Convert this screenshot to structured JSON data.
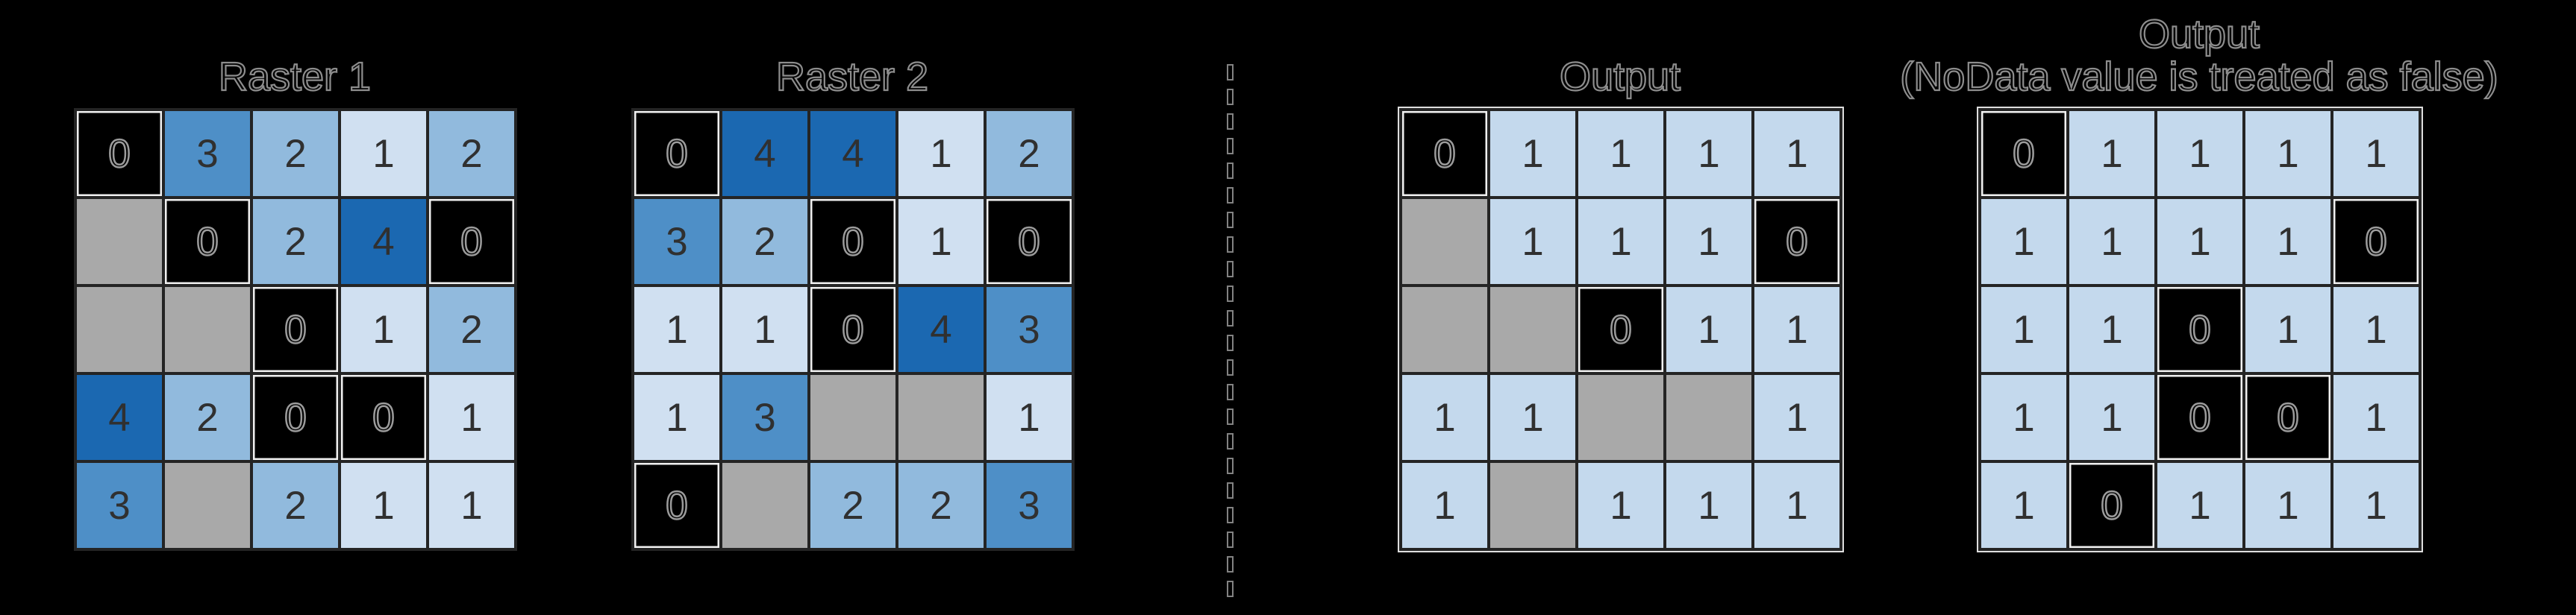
{
  "figure": {
    "colors": {
      "background": "#000000",
      "gridline": "#242424",
      "digit": "#303030",
      "hollow_digit_outline": "#9b9b9b",
      "title_outline": "#8d8d8d",
      "dash_outline": "#828282",
      "black_cell_keyline": "#f0f0f0",
      "outer_keyline": "#dedede"
    },
    "palettes": {
      "raster": {
        "0": "#000000",
        "1": "#d0e0f1",
        "2": "#91badd",
        "3": "#4e8fc7",
        "4": "#1b68b1",
        "nodata": "#a9a9a9"
      },
      "boolean": {
        "0": "#000000",
        "1": "#c4d9ed",
        "nodata": "#a9a9a9"
      }
    },
    "divider": {
      "dash_count": 22
    },
    "panels": [
      {
        "title_lines": [
          "Raster 1"
        ],
        "palette": "raster",
        "cells": [
          [
            0,
            3,
            2,
            1,
            2
          ],
          [
            null,
            0,
            2,
            4,
            0
          ],
          [
            null,
            null,
            0,
            1,
            2
          ],
          [
            4,
            2,
            0,
            0,
            1
          ],
          [
            3,
            null,
            2,
            1,
            1
          ]
        ]
      },
      {
        "title_lines": [
          "Raster 2"
        ],
        "palette": "raster",
        "cells": [
          [
            0,
            4,
            4,
            1,
            2
          ],
          [
            3,
            2,
            0,
            1,
            0
          ],
          [
            1,
            1,
            0,
            4,
            3
          ],
          [
            1,
            3,
            null,
            null,
            1
          ],
          [
            0,
            null,
            2,
            2,
            3
          ]
        ]
      },
      {
        "title_lines": [
          "Output"
        ],
        "palette": "boolean",
        "cells": [
          [
            0,
            1,
            1,
            1,
            1
          ],
          [
            null,
            1,
            1,
            1,
            0
          ],
          [
            null,
            null,
            0,
            1,
            1
          ],
          [
            1,
            1,
            null,
            null,
            1
          ],
          [
            1,
            null,
            1,
            1,
            1
          ]
        ]
      },
      {
        "title_lines": [
          "Output",
          "(NoData value is treated as false)"
        ],
        "palette": "boolean",
        "cells": [
          [
            0,
            1,
            1,
            1,
            1
          ],
          [
            1,
            1,
            1,
            1,
            0
          ],
          [
            1,
            1,
            0,
            1,
            1
          ],
          [
            1,
            1,
            0,
            0,
            1
          ],
          [
            1,
            0,
            1,
            1,
            1
          ]
        ]
      }
    ]
  }
}
